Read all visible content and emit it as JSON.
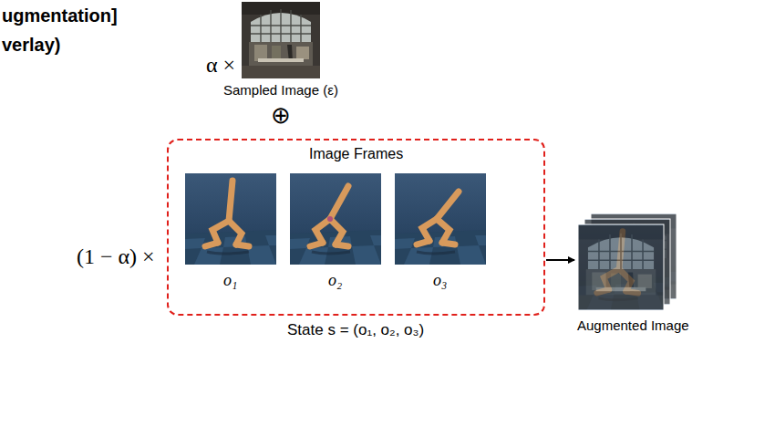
{
  "diagram": {
    "nodes": [
      {
        "text": [
          "Sampled Image (ε)"
        ]
      },
      {
        "text": [
          "Image Frames",
          "State s = (o₁, o₂, o₃)"
        ]
      },
      {
        "text": [
          "Augmented Image"
        ]
      }
    ],
    "edges": [
      {
        "from": 1,
        "to": 2,
        "arrow": "to"
      }
    ],
    "labels": [
      "ugmentation]",
      "verlay)",
      "α ×",
      "⊕",
      "(1 − α) ×",
      "o₁",
      "o₂",
      "o₃"
    ]
  }
}
